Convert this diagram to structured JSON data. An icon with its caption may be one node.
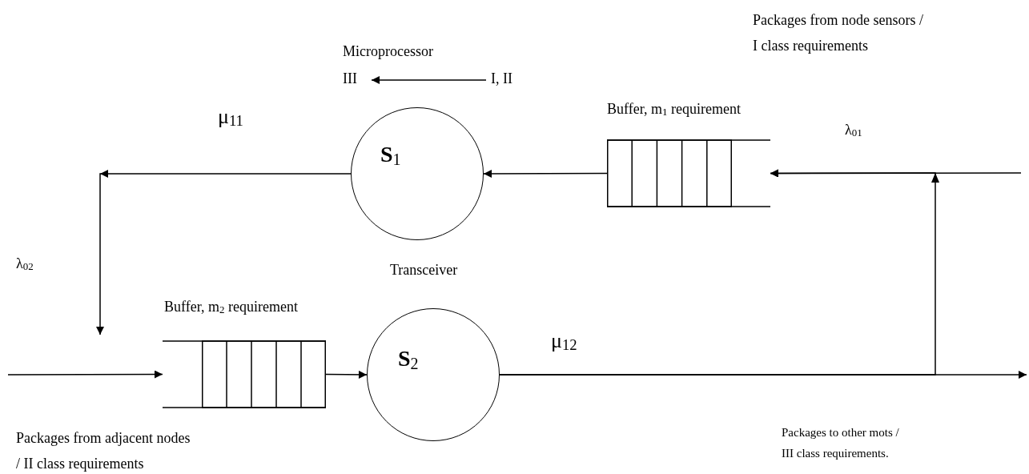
{
  "diagram": {
    "nodes": [
      {
        "text": [
          "III"
        ],
        "beside": [
          "Microprocessor"
        ]
      },
      {
        "text": [
          "I, II"
        ]
      },
      {
        "text": [
          "**S**$_{1}$"
        ]
      },
      {
        "text": [
          "Buffer, m$_{1}$ requirement"
        ]
      },
      {
        "text": [
          "Buffer, m$_{2}$ requirement"
        ]
      },
      {
        "text": [
          "**S**$_{2}$"
        ]
      }
    ],
    "edges": [
      {
        "from": null,
        "to": 3,
        "arrow": "to",
        "label": "λ$_{01}$"
      },
      {
        "from": 5,
        "to": 3,
        "arrow": "to"
      },
      {
        "from": 5,
        "to": null,
        "arrow": "to",
        "label": "μ$_{12}$"
      },
      {
        "from": 3,
        "to": 2,
        "arrow": "to"
      },
      {
        "from": 2,
        "to": null,
        "arrow": "to",
        "label": "μ$_{11}$"
      },
      {
        "from": null,
        "to": 4,
        "arrow": "to"
      },
      {
        "from": 4,
        "to": 5,
        "arrow": "to"
      },
      {
        "from": 1,
        "to": 0,
        "arrow": "to"
      }
    ],
    "labels": [
      "Packages from node sensors / I class requirements",
      "λ$_{02}$",
      "Transceiver",
      "Packages from adjacent nodes / II class requirements",
      "Packages to other mots / III class requirements."
    ]
  }
}
